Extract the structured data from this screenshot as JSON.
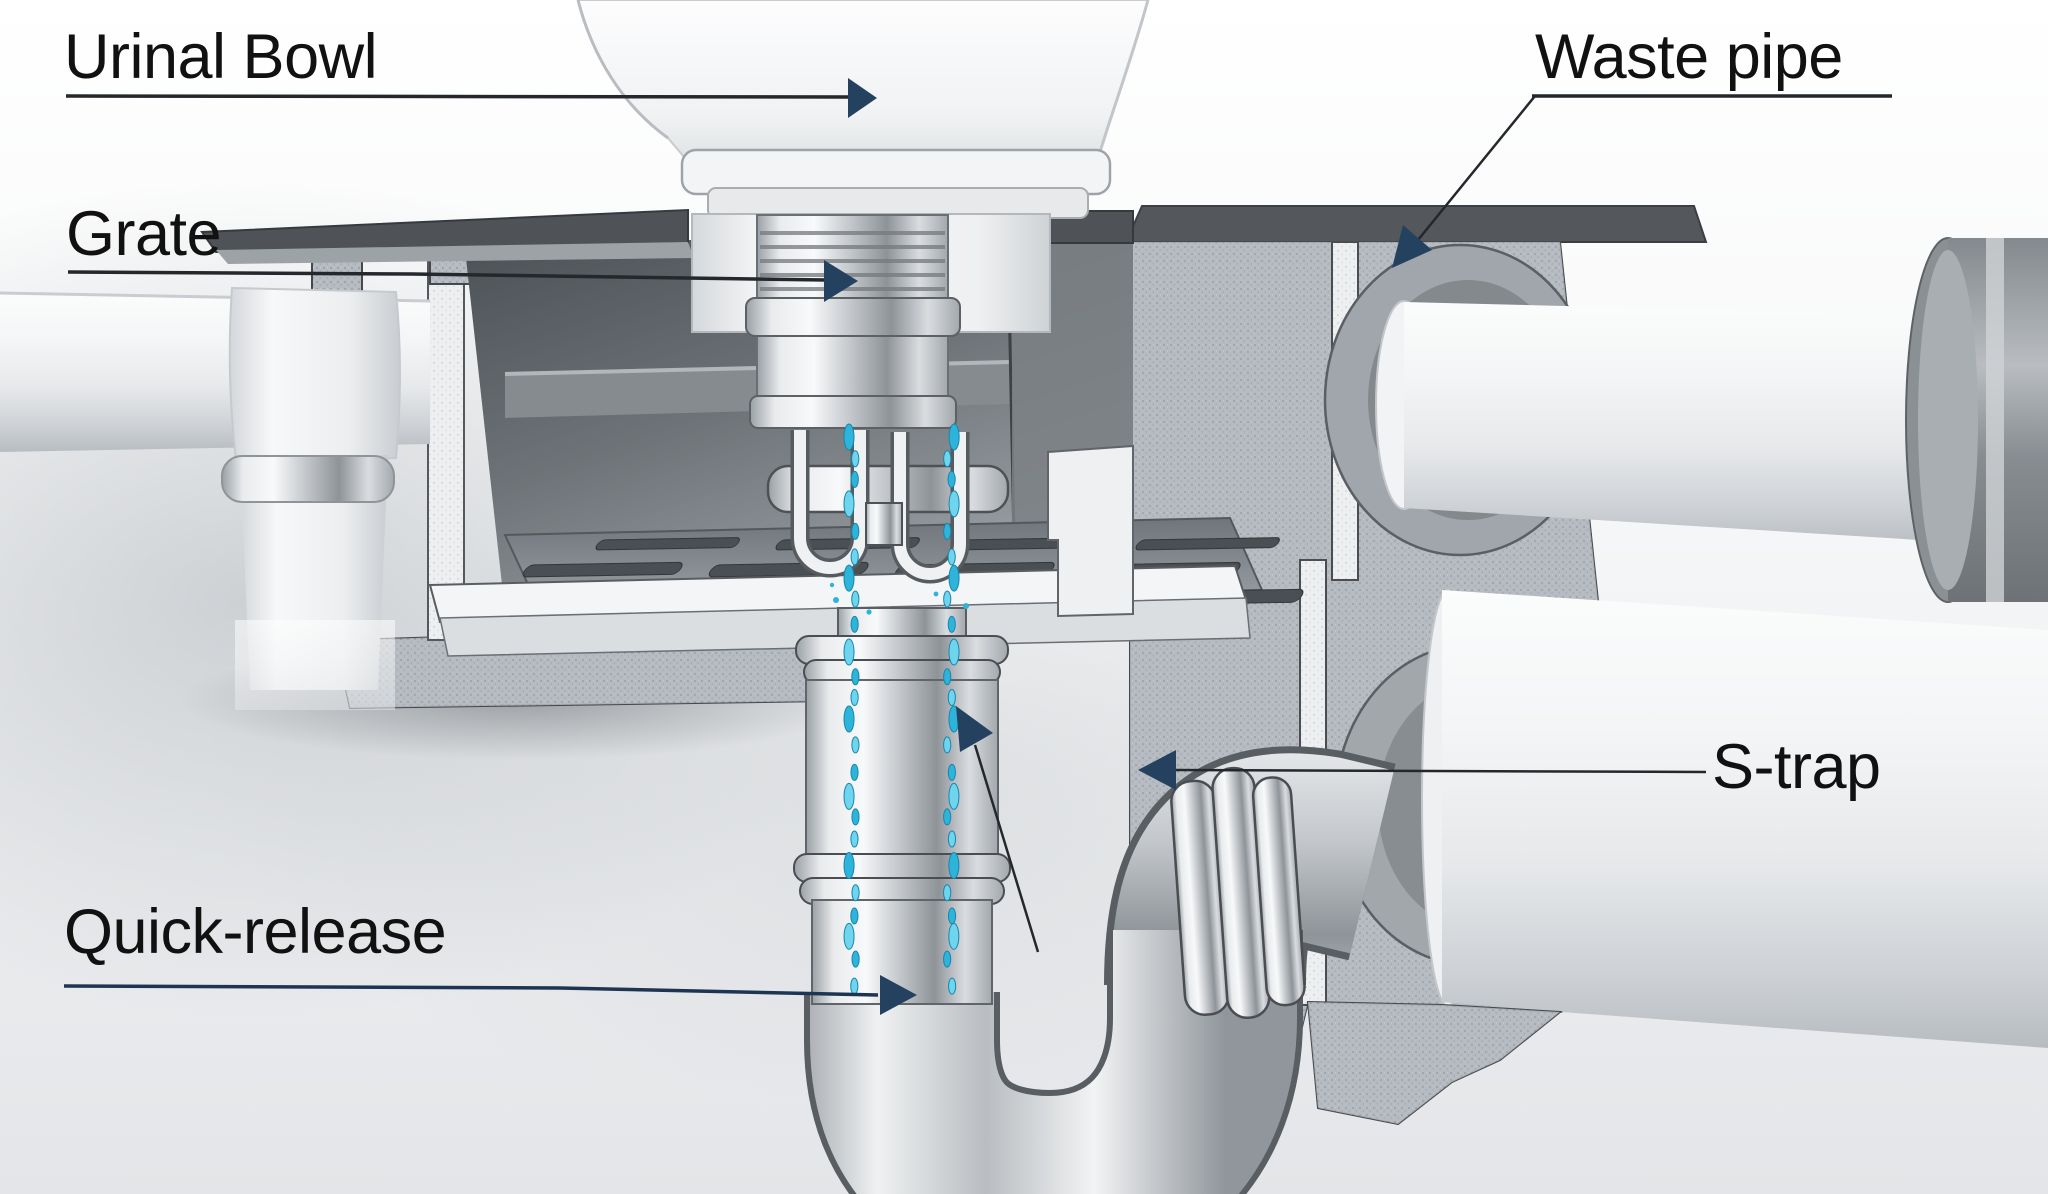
{
  "labels": {
    "urinal_bowl": "Urinal Bowl",
    "grate": "Grate",
    "waste_pipe": "Waste pipe",
    "s_trap": "S-trap",
    "quick_release": "Quick-release"
  },
  "colors": {
    "label_text": "#111111",
    "leader_line": "#24272b",
    "quick_release_leader": "#1d3552",
    "arrowhead": "#24425f",
    "water": "#2eb3da",
    "water_light": "#6fd4ee",
    "background_top": "#ffffff",
    "background_bottom": "#e3e5e8"
  }
}
